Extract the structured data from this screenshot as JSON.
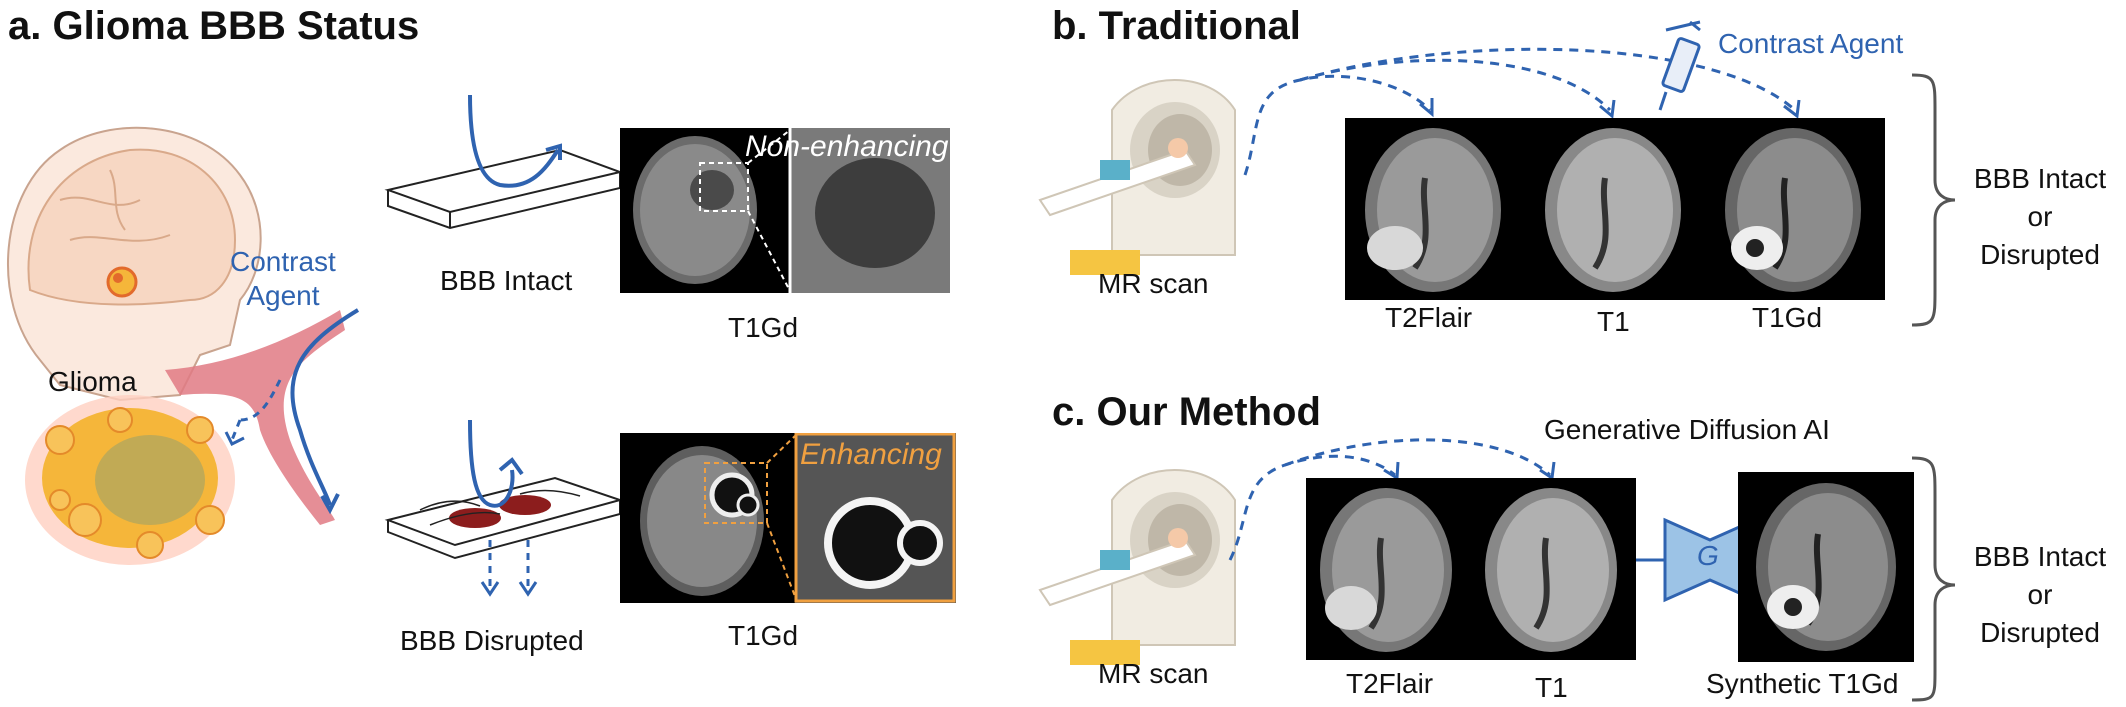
{
  "panel_a": {
    "title": "a. Glioma BBB Status",
    "contrast_agent": "Contrast\nAgent",
    "glioma": "Glioma",
    "intact_label": "BBB Intact",
    "disrupted_label": "BBB Disrupted",
    "non_enhancing": "Non-enhancing",
    "enhancing": "Enhancing",
    "t1gd_top": "T1Gd",
    "t1gd_bottom": "T1Gd"
  },
  "panel_b": {
    "title": "b. Traditional",
    "contrast_agent": "Contrast Agent",
    "mr_scan": "MR scan",
    "scan_labels": [
      "T2Flair",
      "T1",
      "T1Gd"
    ],
    "outcome": "BBB Intact\nor\nDisrupted"
  },
  "panel_c": {
    "title": "c. Our Method",
    "ai_label": "Generative Diffusion AI",
    "generator": "G",
    "mr_scan": "MR scan",
    "scan_labels": [
      "T2Flair",
      "T1"
    ],
    "synthetic_label": "Synthetic T1Gd",
    "outcome": "BBB Intact\nor\nDisrupted"
  },
  "colors": {
    "accent_blue": "#2f63b0",
    "orange": "#f0a040",
    "vessel_red": "#d9535f",
    "tumor_yellow": "#f5b63a"
  }
}
